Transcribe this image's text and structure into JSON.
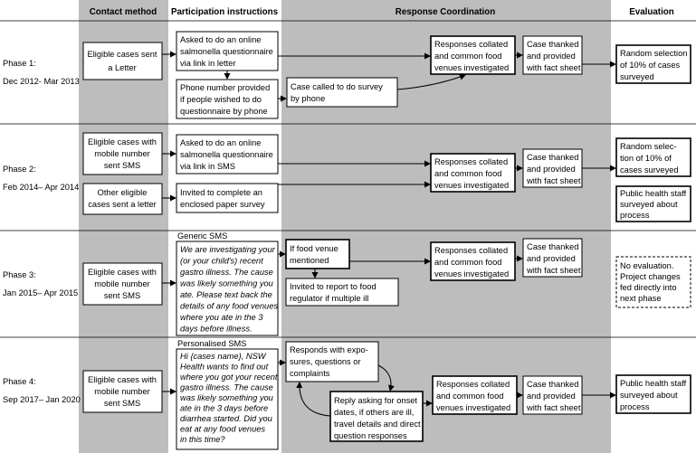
{
  "headers": {
    "contact": "Contact method",
    "participation": "Participation instructions",
    "response": "Response Coordination",
    "evaluation": "Evaluation"
  },
  "phases": [
    {
      "name": "Phase 1:",
      "dates": "Dec 2012- Mar 2013"
    },
    {
      "name": "Phase 2:",
      "dates": "Feb 2014– Apr 2014"
    },
    {
      "name": "Phase 3:",
      "dates": "Jan 2015– Apr 2015"
    },
    {
      "name": "Phase 4:",
      "dates": "Sep 2017– Jan 2020"
    }
  ],
  "boxes": {
    "p1_contact": [
      "Eligible cases sent",
      "a Letter"
    ],
    "p1_online": [
      "Asked to do an online",
      "salmonella questionnaire",
      "via link in letter"
    ],
    "p1_phone": [
      "Phone number provided",
      "if people wished to do",
      "questionnaire by phone"
    ],
    "p1_called": [
      "Case called to do survey",
      "by phone"
    ],
    "p1_collated": [
      "Responses collated",
      "and common food",
      "venues investigated"
    ],
    "p1_thanked": [
      "Case thanked",
      "and provided",
      "with fact sheet"
    ],
    "p1_eval": [
      "Random selection",
      "of 10% of cases",
      "surveyed"
    ],
    "p2_contact_sms": [
      "Eligible cases with",
      "mobile number",
      "sent SMS"
    ],
    "p2_contact_letter": [
      "Other eligible",
      "cases sent a letter"
    ],
    "p2_online": [
      "Asked to do an online",
      "salmonella questionnaire",
      "via link in SMS"
    ],
    "p2_paper": [
      "Invited to complete an",
      "enclosed paper survey"
    ],
    "p2_collated": [
      "Responses collated",
      "and common food",
      "venues investigated"
    ],
    "p2_thanked": [
      "Case thanked",
      "and provided",
      "with fact sheet"
    ],
    "p2_eval_random": [
      "Random selec-",
      "tion of 10% of",
      "cases surveyed"
    ],
    "p2_eval_staff": [
      "Public health staff",
      "surveyed about",
      "process"
    ],
    "p3_contact": [
      "Eligible cases with",
      "mobile number",
      "sent SMS"
    ],
    "p3_sms_title": "Generic SMS",
    "p3_sms": [
      "We are investigating your",
      "(or your child's) recent",
      "gastro illness. The cause",
      "was likely something you",
      "ate. Please text back the",
      "details of any food venues",
      "where you ate in the 3",
      "days before illness."
    ],
    "p3_venue": [
      "If food venue",
      "mentioned"
    ],
    "p3_report": [
      "Invited to report to food",
      "regulator if multiple ill"
    ],
    "p3_collated": [
      "Responses collated",
      "and common food",
      "venues investigated"
    ],
    "p3_thanked": [
      "Case thanked",
      "and provided",
      "with fact sheet"
    ],
    "p3_eval": [
      "No evaluation.",
      "Project changes",
      "fed directly into",
      "next phase"
    ],
    "p4_contact": [
      "Eligible cases with",
      "mobile number",
      "sent SMS"
    ],
    "p4_sms_title": "Personalised SMS",
    "p4_sms": [
      "Hi {cases name}, NSW",
      "Health wants to find out",
      "where you got your recent",
      "gastro illness. The cause",
      "was likely something you",
      "ate in the 3 days before",
      "diarrhea started. Did you",
      "eat at any food venues",
      "in this time?"
    ],
    "p4_responds": [
      "Responds with expo-",
      "sures, questions or",
      "complaints"
    ],
    "p4_reply": [
      "Reply asking for onset",
      "dates, if others are ill,",
      "travel details and direct",
      "question responses"
    ],
    "p4_collated": [
      "Responses collated",
      "and common food",
      "venues investigated"
    ],
    "p4_thanked": [
      "Case thanked",
      "and provided",
      "with fact sheet"
    ],
    "p4_eval": [
      "Public health staff",
      "surveyed about",
      "process"
    ]
  }
}
